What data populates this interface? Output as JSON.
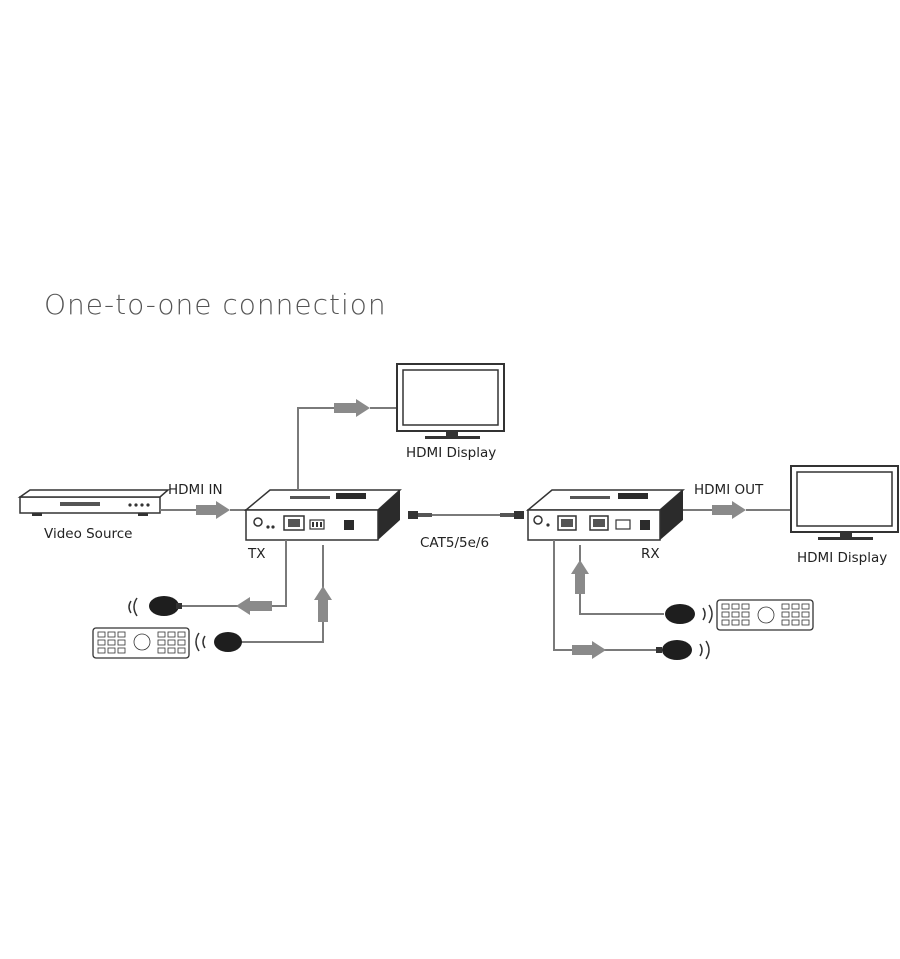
{
  "title": "One-to-one connection",
  "labels": {
    "hdmi_in": "HDMI IN",
    "video_source": "Video Source",
    "tx": "TX",
    "hdmi_display_top": "HDMI Display",
    "cable": "CAT5/5e/6",
    "rx": "RX",
    "hdmi_out": "HDMI OUT",
    "hdmi_display_right": "HDMI Display"
  },
  "colors": {
    "line": "#7a7a7a",
    "arrow": "#8a8a8a",
    "device": "#2b2b2b",
    "outline": "#333333"
  }
}
